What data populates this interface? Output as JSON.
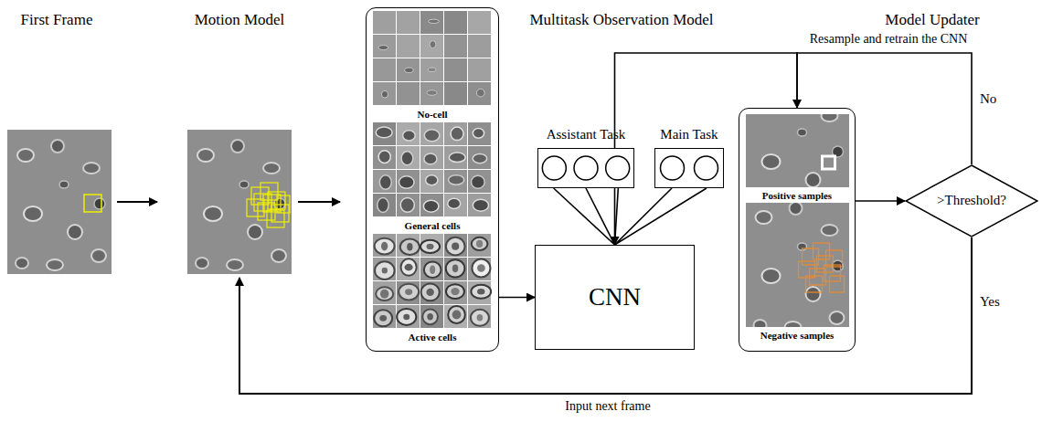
{
  "diagram": {
    "nodes": [
      {
        "text": [
          "No-cell",
          "General cells",
          "Active cells"
        ]
      },
      {
        "text": [
          "Assistant Task"
        ]
      },
      {
        "text": [
          "Main Task"
        ]
      },
      {
        "text": [
          "CNN"
        ]
      },
      {
        "text": [
          "Positive samples",
          "Negative samples"
        ]
      },
      {
        "text": [
          ">Threshold?"
        ]
      }
    ],
    "edges": [
      {
        "from": 1,
        "to": 3,
        "arrow": "none"
      },
      {
        "from": 2,
        "to": 3,
        "arrow": "none"
      },
      {
        "from": 0,
        "to": 3,
        "arrow": "to"
      },
      {
        "from": 4,
        "to": 3,
        "arrow": "to"
      },
      {
        "from": 4,
        "to": 5,
        "arrow": "to"
      },
      {
        "from": 5,
        "to": 4,
        "arrow": "to",
        "label": "Resample and retrain the CNN"
      }
    ],
    "labels": [
      "First Frame",
      "Motion Model",
      "Multitask Observation Model",
      "Model Updater",
      "No",
      "Yes",
      "Input next frame"
    ]
  }
}
